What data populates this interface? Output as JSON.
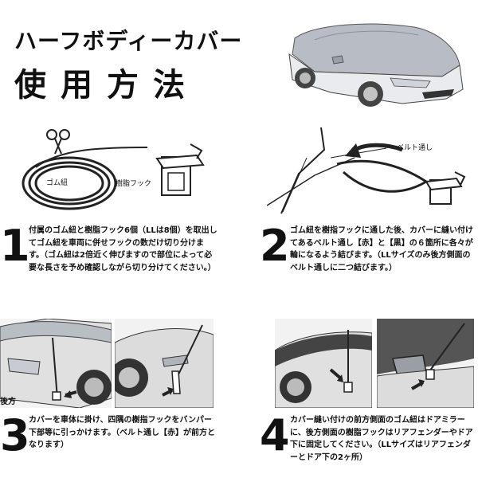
{
  "header": {
    "title": "ハーフボディーカバー",
    "subtitle": "使用方法"
  },
  "labels": {
    "rubber_string": "ゴム紐",
    "resin_hook": "樹脂フック",
    "belt_loop": "ベルト通し",
    "rear": "後方"
  },
  "steps": [
    {
      "number": "1",
      "text": "付属のゴム紐と樹脂フック6個（LLは8個）を取出してゴム紐を車両に併せフックの数だけ切り分けます。（ゴム紐は2倍近く伸びますので部位によって必要な長さを予め確認しながら切り分けてください。）"
    },
    {
      "number": "2",
      "text": "ゴム紐を樹指フックに通した後、カバーに縫い付けてあるベルト通し【赤】と【黒】の６箇所に各々が輪になるよう結びます。（LLサイズのみ後方側面のベルト通しに二つ結びます。）"
    },
    {
      "number": "3",
      "text": "カバーを車体に掛け、四隅の樹指フックをバンパー下部等に引っかけます。（ベルト通し【赤】が前方となります）"
    },
    {
      "number": "4",
      "text": "カバー縫い付けの前方側面のゴム紐はドアミラーに、後方側面の樹脂フックはリアフェンダーやドア下に固定してください。（LLサイズはリアフェンダーとドア下の2ヶ所）"
    }
  ]
}
